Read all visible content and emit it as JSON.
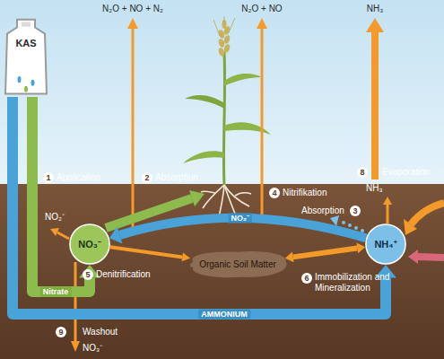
{
  "diagram": {
    "nodes": [
      {
        "text": [
          "KAS"
        ]
      },
      {
        "text": [
          "NO₃⁻"
        ]
      },
      {
        "text": [
          "Organic Soil Matter"
        ]
      },
      {
        "text": [
          "NH₄⁺"
        ]
      }
    ],
    "edges": [
      {
        "from": 0,
        "to": 1,
        "arrow": "to",
        "label": "Nitrate"
      },
      {
        "from": 0,
        "to": 3,
        "arrow": "to",
        "label": "AMMONIUM"
      },
      {
        "from": 3,
        "to": 1,
        "arrow": "to",
        "label": "NO₂⁻"
      },
      {
        "from": 1,
        "to": 2,
        "arrow": "to"
      },
      {
        "from": 3,
        "to": 2,
        "arrow": "both"
      }
    ],
    "labels": [
      "N₂O + NO + N₂",
      "N₂O + NO",
      "NH₃",
      "1",
      "Application",
      "2",
      "Absorption",
      "3",
      "Absorption",
      "4",
      "Nitrifikation",
      "5",
      "NO₂⁻",
      "Denitrification",
      "6",
      "Immobilization and Mineralization",
      "8",
      "Evaporation",
      "NH₃",
      "9",
      "Washout",
      "NO₃⁻"
    ]
  }
}
